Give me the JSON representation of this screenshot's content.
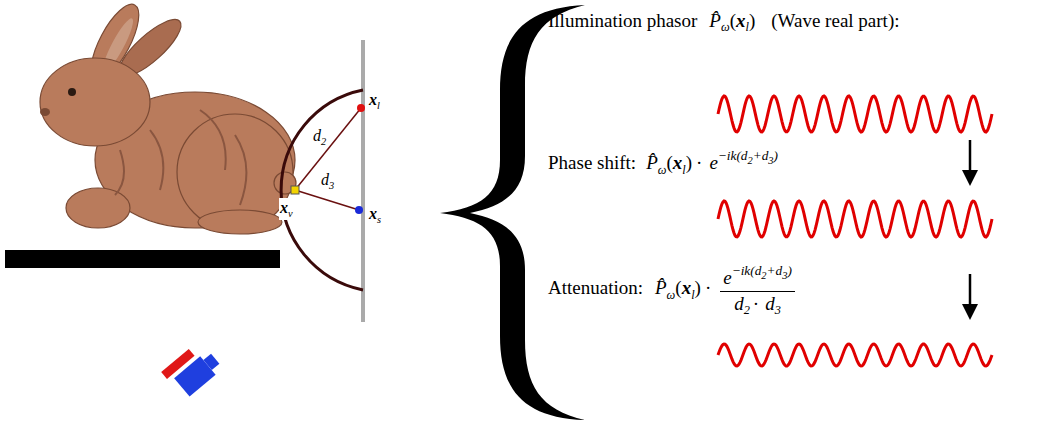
{
  "diagram": {
    "labels": [
      "x",
      "l",
      "d",
      "2",
      "d",
      "3",
      "x",
      "s",
      "x",
      "v",
      "Illumination phasor",
      "P̂",
      "ω",
      "(",
      "x",
      "l",
      ")",
      "(Wave real part):",
      "Phase shift:",
      "P̂",
      "ω",
      "(",
      "x",
      "l",
      ")",
      "·",
      "e",
      "−ik(d",
      "2",
      "+d",
      "3",
      ")",
      "Attenuation:",
      "P̂",
      "ω",
      "(",
      "x",
      "l",
      ")",
      "·",
      "e",
      "−ik(d",
      "2",
      "+d",
      "3",
      ")",
      "d",
      "2",
      "·",
      "d",
      "3"
    ]
  }
}
